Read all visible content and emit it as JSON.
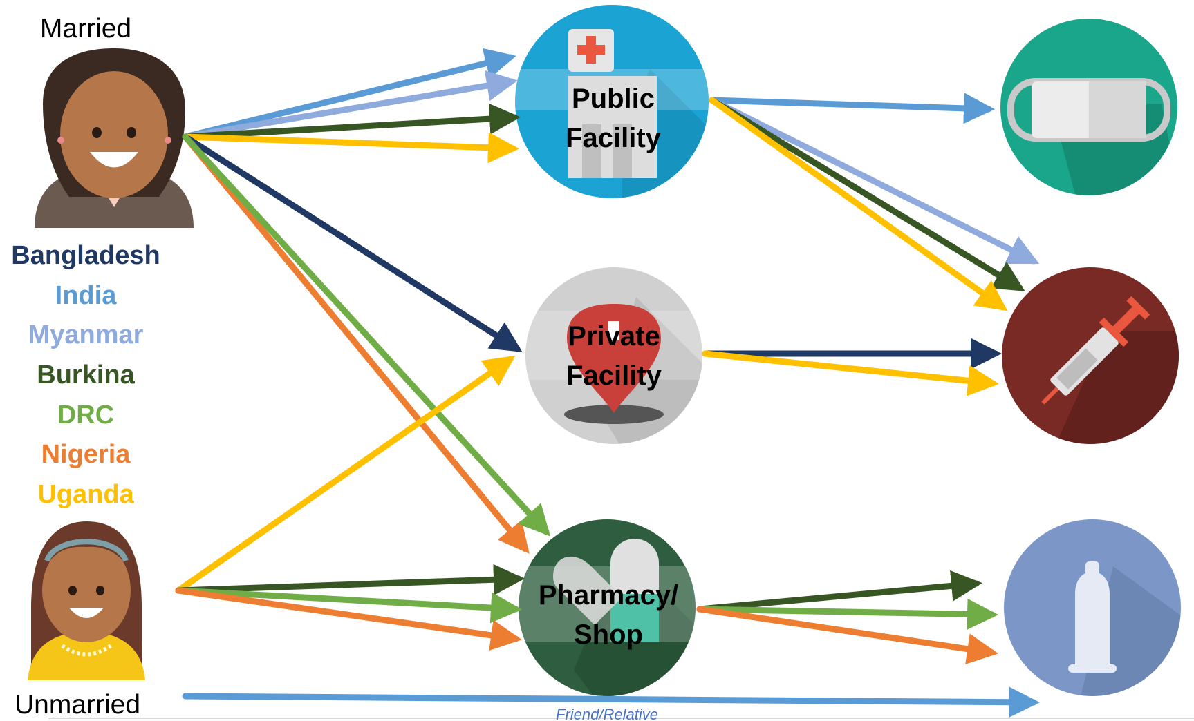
{
  "people": {
    "married_label": "Married",
    "unmarried_label": "Unmarried"
  },
  "legend": {
    "countries": [
      {
        "name": "Bangladesh",
        "color": "#203864"
      },
      {
        "name": "India",
        "color": "#5b9bd5"
      },
      {
        "name": "Myanmar",
        "color": "#8faadc"
      },
      {
        "name": "Burkina",
        "color": "#375623"
      },
      {
        "name": "DRC",
        "color": "#70ad47"
      },
      {
        "name": "Nigeria",
        "color": "#ed7d31"
      },
      {
        "name": "Uganda",
        "color": "#ffc000"
      }
    ]
  },
  "sources": {
    "public": {
      "line1": "Public",
      "line2": "Facility",
      "icon": "hospital-icon",
      "color": "#1ba3d4"
    },
    "private": {
      "line1": "Private",
      "line2": "Facility",
      "icon": "location-pin-icon",
      "color": "#d0d0d0"
    },
    "pharmacy": {
      "line1": "Pharmacy/",
      "line2": "Shop",
      "icon": "pill-capsule-icon",
      "color": "#2e5e3f"
    }
  },
  "methods": {
    "mask": {
      "icon": "face-mask-icon",
      "color": "#1aa68a"
    },
    "injectable": {
      "icon": "syringe-icon",
      "color": "#7a2a25"
    },
    "condom": {
      "icon": "condom-icon",
      "color": "#7b96c7"
    }
  },
  "friend_relative_label": "Friend/Relative"
}
